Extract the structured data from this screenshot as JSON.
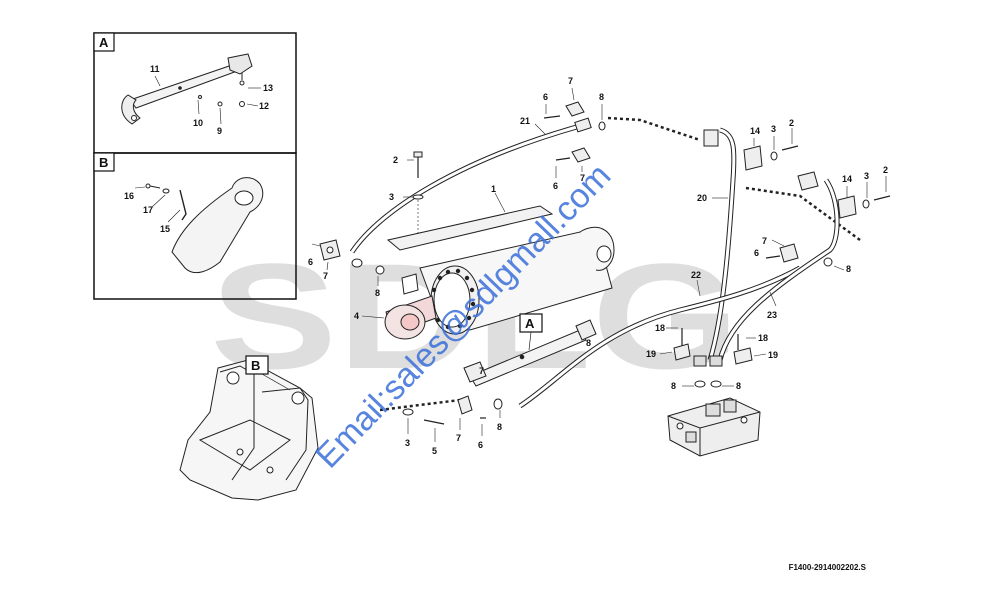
{
  "figure_code": "F1400-2914002202.S",
  "watermark_brand": "SDLG",
  "watermark_email": "Email:sales@sdlgmall.com",
  "detail_boxes": [
    "A",
    "B"
  ],
  "callouts": {
    "n1": "1",
    "n2": "2",
    "n3": "3",
    "n4": "4",
    "n5": "5",
    "n6": "6",
    "n7": "7",
    "n8": "8",
    "n9": "9",
    "n10": "10",
    "n11": "11",
    "n12": "12",
    "n13": "13",
    "n14": "14",
    "n15": "15",
    "n16": "16",
    "n17": "17",
    "n18": "18",
    "n19": "19",
    "n20": "20",
    "n21": "21",
    "n22": "22",
    "n23": "23"
  },
  "colors": {
    "line": "#222222",
    "watermark_gray": "#d9d9d9",
    "watermark_blue": "#3a6fd8"
  }
}
